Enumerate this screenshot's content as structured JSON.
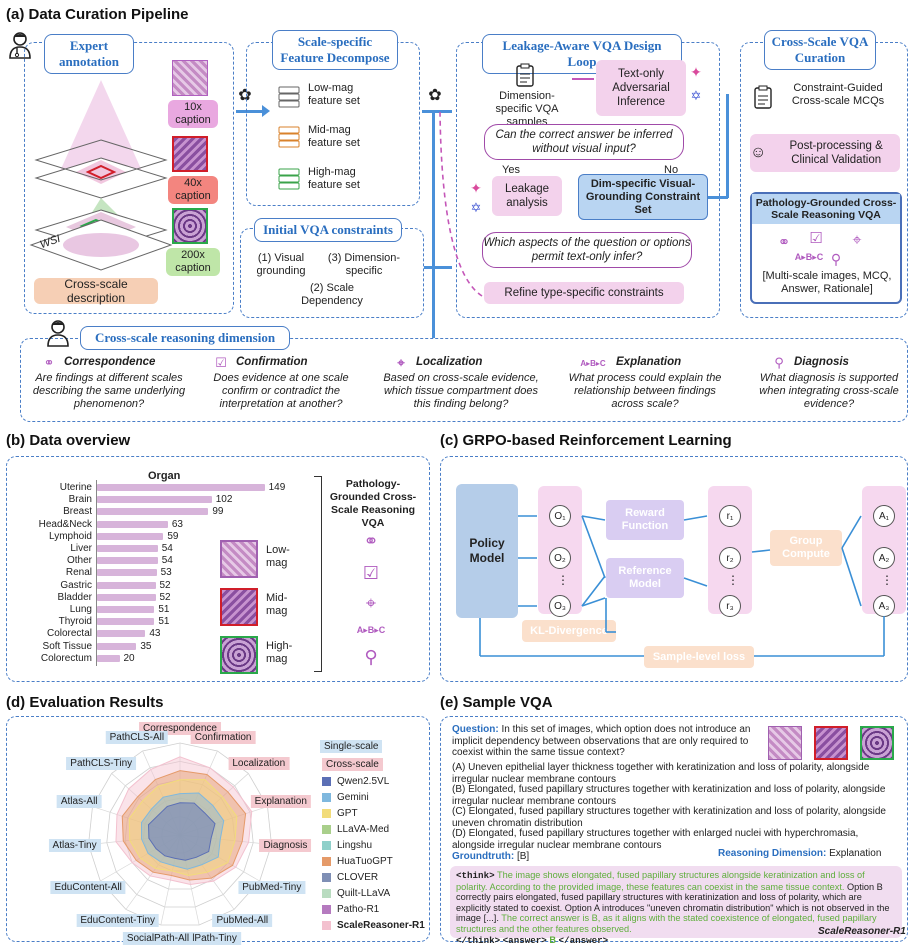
{
  "a": {
    "title": "(a) Data Curation Pipeline",
    "expert": {
      "title": "Expert annotation",
      "cap10": "10x caption",
      "cap40": "40x caption",
      "cap200": "200x caption",
      "wsi": "WSI",
      "desc": "Cross-scale description"
    },
    "scale": {
      "title": "Scale-specific Feature Decompose",
      "low": "Low-mag feature set",
      "mid": "Mid-mag feature set",
      "high": "High-mag feature set"
    },
    "init": {
      "title": "Initial VQA constraints",
      "c1": "(1) Visual grounding",
      "c3": "(3) Dimension-specific",
      "c2": "(2) Scale Dependency"
    },
    "loop": {
      "title": "Leakage-Aware VQA Design Loop",
      "samples": "Dimension-specific VQA samples",
      "adv": "Text-only Adversarial Inference",
      "q1": "Can the correct answer be inferred without visual input?",
      "yes": "Yes",
      "no": "No",
      "leak": "Leakage analysis",
      "dim": "Dim-specific Visual-Grounding Constraint Set",
      "q2": "Which aspects of the question or options permit text-only infer?",
      "refine": "Refine type-specific constraints"
    },
    "curation": {
      "title": "Cross-Scale VQA Curation",
      "mcq": "Constraint-Guided Cross-scale MCQs",
      "post": "Post-processing & Clinical Validation",
      "box_title": "Pathology-Grounded Cross-Scale Reasoning VQA",
      "box_desc": "[Multi-scale images, MCQ, Answer, Rationale]"
    },
    "dims": {
      "title": "Cross-scale reasoning dimension",
      "items": [
        {
          "name": "Correspondence",
          "desc": "Are findings at different scales describing the same underlying phenomenon?"
        },
        {
          "name": "Confirmation",
          "desc": "Does evidence at one scale confirm or contradict the interpretation at another?"
        },
        {
          "name": "Localization",
          "desc": "Based on cross-scale evidence, which tissue compartment does this finding belong?"
        },
        {
          "name": "Explanation",
          "desc": "What process could explain the relationship between findings across scale?"
        },
        {
          "name": "Diagnosis",
          "desc": "What diagnosis is supported when integrating cross-scale evidence?"
        }
      ]
    }
  },
  "b": {
    "title": "(b) Data overview",
    "chart_title": "Organ",
    "vqa_label": "Pathology-Grounded Cross-Scale Reasoning VQA",
    "mags": [
      "Low-mag",
      "Mid-mag",
      "High-mag"
    ]
  },
  "chart_data": {
    "type": "bar",
    "title": "Organ",
    "categories": [
      "Uterine",
      "Brain",
      "Breast",
      "Head&Neck",
      "Lymphoid",
      "Liver",
      "Other",
      "Renal",
      "Gastric",
      "Bladder",
      "Lung",
      "Thyroid",
      "Colorectal",
      "Soft Tissue",
      "Colorectum"
    ],
    "values": [
      149,
      102,
      99,
      63,
      59,
      54,
      54,
      53,
      52,
      52,
      51,
      51,
      43,
      35,
      20
    ],
    "orientation": "horizontal",
    "color": "#d7b4da"
  },
  "c": {
    "title": "(c) GRPO-based Reinforcement Learning",
    "policy": "Policy Model",
    "reward": "Reward Function",
    "reference": "Reference Model",
    "group": "Group Compute",
    "kl": "KL-Divergence",
    "loss": "Sample-level loss",
    "o": [
      "O₁",
      "O₂",
      "⋮",
      "O₃"
    ],
    "r": [
      "r₁",
      "r₂",
      "⋮",
      "r₃"
    ],
    "a": [
      "A₁",
      "A₂",
      "⋮",
      "A₃"
    ]
  },
  "d": {
    "title": "(d) Evaluation Results",
    "axes": [
      "Correspondence",
      "Confirmation",
      "Localization",
      "Explanation",
      "Diagnosis",
      "PubMed-Tiny",
      "PubMed-All",
      "SocialPath-Tiny",
      "SocialPath-All",
      "EduContent-Tiny",
      "EduContent-All",
      "Atlas-Tiny",
      "Atlas-All",
      "PathCLS-Tiny",
      "PathCLS-All"
    ],
    "legend_single": "Single-scale",
    "legend_cross": "Cross-scale",
    "models": [
      {
        "name": "Qwen2.5VL",
        "color": "#5b6fb5"
      },
      {
        "name": "Gemini",
        "color": "#7fb8de"
      },
      {
        "name": "GPT",
        "color": "#f2dc7a"
      },
      {
        "name": "LLaVA-Med",
        "color": "#a9cf8b"
      },
      {
        "name": "Lingshu",
        "color": "#8fd0ca"
      },
      {
        "name": "HuaTuoGPT",
        "color": "#e59a69"
      },
      {
        "name": "CLOVER",
        "color": "#7f8fb5"
      },
      {
        "name": "Quilt-LLaVA",
        "color": "#b9dcc0"
      },
      {
        "name": "Patho-R1",
        "color": "#b57abf"
      },
      {
        "name": "ScaleReasoner-R1",
        "color": "#f3c1cf"
      }
    ]
  },
  "e": {
    "title": "(e) Sample VQA",
    "q_label": "Question:",
    "question": "In this set of images, which option does not introduce an implicit dependency between observations that are only required to coexist within the same tissue context?",
    "options": [
      "(A) Uneven epithelial layer thickness together with keratinization and loss of polarity, alongside irregular nuclear membrane contours",
      "(B) Elongated, fused papillary structures together with keratinization and loss of polarity, alongside irregular nuclear membrane contours",
      "(C) Elongated, fused papillary structures together with keratinization and loss of polarity, alongside uneven chromatin distribution",
      "(D) Elongated, fused papillary structures together with enlarged nuclei with hyperchromasia, alongside irregular nuclear membrane contours"
    ],
    "gt_label": "Groundtruth:",
    "gt": "[B]",
    "dim_label": "Reasoning Dimension:",
    "dim": "Explanation",
    "think_open": "<think>",
    "think_green1": "The image shows elongated, fused papillary structures alongside keratinization and loss of polarity. According to the provided image, these features can coexist in the same tissue context.",
    "think_black": "Option B correctly pairs elongated, fused papillary structures with keratinization and loss of polarity, which are explicitly stated to coexist. Option A introduces \"uneven chromatin distribution\" which is not observed in the image [...].",
    "think_green2": "The correct answer is B, as it aligns with the stated coexistence of elongated, fused papillary structures and the other features observed.",
    "think_close": "</think>",
    "answer_open": "<answer>",
    "answer": "B",
    "answer_close": "</answer>",
    "model": "ScaleReasoner-R1"
  }
}
